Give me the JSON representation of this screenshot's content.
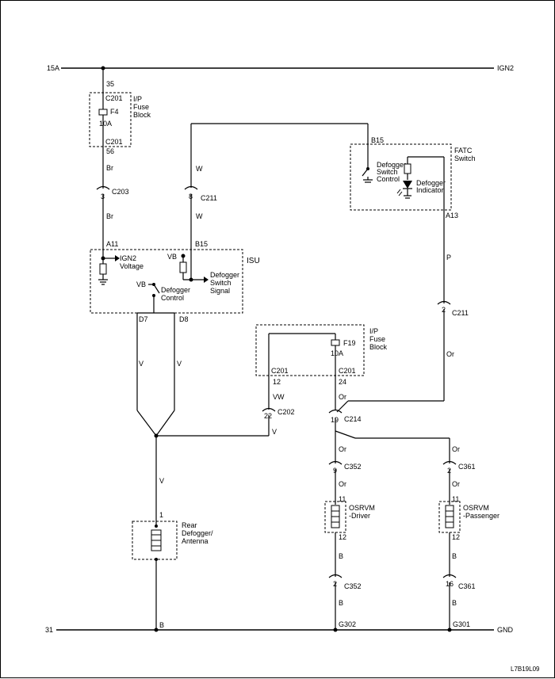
{
  "rails": {
    "top_left": "15A",
    "top_right": "IGN2",
    "bottom_left": "31",
    "bottom_right": "GND"
  },
  "ip_fuse_block_1": {
    "name": [
      "I/P",
      "Fuse",
      "Block"
    ],
    "top_connector": "C201",
    "top_pin": "35",
    "fuse_id": "F4",
    "fuse_rating": "10A",
    "bottom_connector": "C201",
    "bottom_pin": "56"
  },
  "wires": {
    "br_1": "Br",
    "br_2": "Br",
    "w_1": "W",
    "w_2": "W",
    "p": "P",
    "or_1": "Or",
    "or_2": "Or",
    "or_3": "Or",
    "or_4": "Or",
    "or_5": "Or",
    "vw": "VW",
    "v_main": "V",
    "v_left": "V",
    "v_right": "V",
    "v_bottom": "V",
    "b_main": "B",
    "b_driver": "B",
    "b_passenger": "B"
  },
  "connectors": {
    "c203": {
      "pin": "3",
      "label": "C203"
    },
    "c211_w": {
      "pin": "8",
      "label": "C211"
    },
    "c211_p": {
      "pin": "2",
      "label": "C211"
    },
    "c202": {
      "pin": "22",
      "label": "C202"
    },
    "c214": {
      "pin": "19",
      "label": "C214"
    },
    "c352_top": {
      "pin": "9",
      "label": "C352"
    },
    "c361_top": {
      "pin": "2",
      "label": "C361"
    },
    "c352_bot": {
      "pin": "2",
      "label": "C352"
    },
    "c361_bot": {
      "pin": "16",
      "label": "C361"
    }
  },
  "isu": {
    "name": "ISU",
    "pin_a11": "A11",
    "pin_b15": "B15",
    "pin_d7": "D7",
    "pin_d8": "D8",
    "ign2_label": [
      "IGN2",
      "Voltage"
    ],
    "vb_1": "VB",
    "vb_2": "VB",
    "switch_signal": [
      "Defogger",
      "Switch",
      "Signal"
    ],
    "defogger_control": [
      "Defogger",
      "Control"
    ]
  },
  "fatc": {
    "name": [
      "FATC",
      "Switch"
    ],
    "pin_b15": "B15",
    "pin_a13": "A13",
    "switch_control": [
      "Defogger",
      "Switch",
      "Control"
    ],
    "indicator": [
      "Defogger",
      "Indicator"
    ]
  },
  "ip_fuse_block_2": {
    "name": [
      "I/P",
      "Fuse",
      "Block"
    ],
    "fuse_id": "F19",
    "fuse_rating": "10A",
    "left_connector": "C201",
    "left_pin": "12",
    "right_connector": "C201",
    "right_pin": "24"
  },
  "rear_defogger": {
    "pin": "1",
    "name": [
      "Rear",
      "Defogger/",
      "Antenna"
    ]
  },
  "osrvm_driver": {
    "pin_top": "11",
    "pin_bottom": "12",
    "name": [
      "OSRVM",
      "-Driver"
    ]
  },
  "osrvm_passenger": {
    "pin_top": "11",
    "pin_bottom": "12",
    "name": [
      "OSRVM",
      "-Passenger"
    ]
  },
  "grounds": {
    "g302": "G302",
    "g301": "G301"
  },
  "diagram_id": "L7B19L09"
}
